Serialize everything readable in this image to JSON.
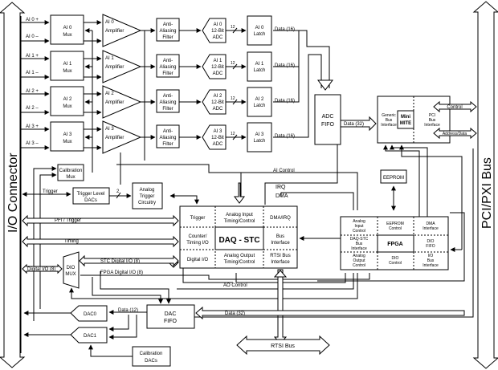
{
  "buses": {
    "io_connector": "I/O Connector",
    "pci_bus": "PCI/PXI Bus",
    "rtsi_bus": "RTSI Bus"
  },
  "channels": [
    {
      "pos": "AI 0 +",
      "neg": "AI 0 –",
      "mux": [
        "AI 0",
        "Mux"
      ],
      "amp": [
        "AI 0",
        "Amplifier"
      ],
      "filter": [
        "Anti-",
        "Aliasing",
        "Filter"
      ],
      "adc": [
        "AI 0",
        "12-Bit",
        "ADC"
      ],
      "latch": [
        "AI 0",
        "Latch"
      ],
      "data": "Data (16)",
      "width": "12"
    },
    {
      "pos": "AI 1 +",
      "neg": "AI 1 –",
      "mux": [
        "AI 1",
        "Mux"
      ],
      "amp": [
        "AI 1",
        "Amplifier"
      ],
      "filter": [
        "Anti-",
        "Aliasing",
        "Filter"
      ],
      "adc": [
        "AI 1",
        "12-Bit",
        "ADC"
      ],
      "latch": [
        "AI 1",
        "Latch"
      ],
      "data": "Data (16)",
      "width": "12"
    },
    {
      "pos": "AI 2 +",
      "neg": "AI 2 –",
      "mux": [
        "AI 2",
        "Mux"
      ],
      "amp": [
        "AI 2",
        "Amplifier"
      ],
      "filter": [
        "Anti-",
        "Aliasing",
        "Filter"
      ],
      "adc": [
        "AI 2",
        "12-Bit",
        "ADC"
      ],
      "latch": [
        "AI 2",
        "Latch"
      ],
      "data": "Data (16)",
      "width": "12"
    },
    {
      "pos": "AI 3 +",
      "neg": "AI 3 –",
      "mux": [
        "AI 3",
        "Mux"
      ],
      "amp": [
        "AI 3",
        "Amplifier"
      ],
      "filter": [
        "Anti-",
        "Aliasing",
        "Filter"
      ],
      "adc": [
        "AI 3",
        "12-Bit",
        "ADC"
      ],
      "latch": [
        "AI 3",
        "Latch"
      ],
      "data": "Data (16)",
      "width": "12"
    }
  ],
  "blocks": {
    "adc_fifo": [
      "ADC",
      "FIFO"
    ],
    "mite": {
      "generic": [
        "Generic",
        "Bus",
        "Interface"
      ],
      "core": [
        "Mini",
        "MITE"
      ],
      "pci": [
        "PCI",
        "Bus",
        "Interface"
      ]
    },
    "eeprom": "EEPROM",
    "calibration_mux": [
      "Calibration",
      "Mux"
    ],
    "trigger_level_dacs": [
      "Trigger Level",
      "DACs"
    ],
    "analog_trigger": [
      "Analog",
      "Trigger",
      "Circuitry"
    ],
    "dio_mux": [
      "DIO",
      "MUX"
    ],
    "dac0": "DAC0",
    "dac1": "DAC1",
    "dac_fifo": [
      "DAC",
      "FIFO"
    ],
    "calibration_dacs": [
      "Calibration",
      "DACs"
    ]
  },
  "daq_stc": {
    "center": "DAQ - STC",
    "cells": {
      "trigger": [
        "Trigger"
      ],
      "ai_timing": [
        "Analog Input",
        "Timing/Control"
      ],
      "dma_irq": [
        "DMA/IRQ"
      ],
      "counter": [
        "Counter/",
        "Timing I/O"
      ],
      "bus_if": [
        "Bus",
        "Interface"
      ],
      "digital_io": [
        "Digital I/O"
      ],
      "ao_timing": [
        "Analog Output",
        "Timing/Control"
      ],
      "rtsi_if": [
        "RTSI Bus",
        "Interface"
      ]
    }
  },
  "fpga": {
    "center": "FPGA",
    "cells": {
      "ai_ctrl": [
        "Analog",
        "Input",
        "Control"
      ],
      "eeprom_ctrl": [
        "EEPROM",
        "Control"
      ],
      "dma_if": [
        "DMA",
        "Interface"
      ],
      "stc_bus": [
        "DAQ-STC",
        "Bus",
        "Interface"
      ],
      "dio_fifo": [
        "DIO",
        "FIFO"
      ],
      "ao_ctrl": [
        "Analog",
        "Output",
        "Control"
      ],
      "dio_ctrl": [
        "DIO",
        "Control"
      ],
      "io_bus": [
        "I/O",
        "Bus",
        "Interface"
      ]
    }
  },
  "signals": {
    "control": "Control",
    "address_data": "Address/Data",
    "data32_adc": "Data (32)",
    "data32_dac": "Data (32)",
    "data12": "Data (12)",
    "ai_control": "AI Control",
    "ao_control": "AO Control",
    "irq": "IRQ",
    "dma": "DMA",
    "trigger": "Trigger",
    "trig_width": "2",
    "pfi_trigger": "PFI / Trigger",
    "timing": "Timing",
    "digital_io8": "Digital I/O (8)",
    "stc_dio": "STC Digital I/O (8)",
    "fpga_dio": "FPGA Digital I/O (8)"
  }
}
